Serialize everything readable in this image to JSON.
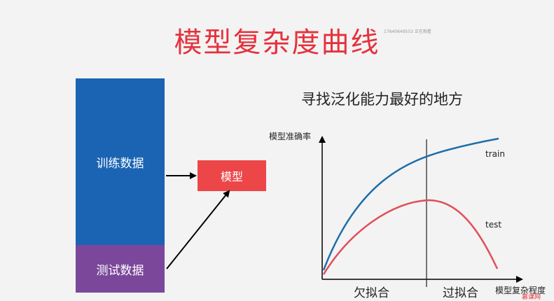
{
  "slide": {
    "title": "模型复杂度曲线",
    "watermark": "17640649553 正在观看",
    "train_data_label": "训练数据",
    "test_data_label": "测试数据",
    "model_label": "模型",
    "subtitle": "寻找泛化能力最好的地方",
    "y_axis_label": "模型准确率",
    "x_axis_label": "模型复杂程度",
    "series_train": "train",
    "series_test": "test",
    "region_underfit": "欠拟合",
    "region_overfit": "过拟合",
    "logo_text": "慕课网"
  },
  "colors": {
    "title": "#e4323d",
    "train_box": "#1a64b3",
    "test_box": "#7b479a",
    "model_box": "#ec4648",
    "train_curve": "#1e6ea8",
    "test_curve": "#e0505a"
  }
}
